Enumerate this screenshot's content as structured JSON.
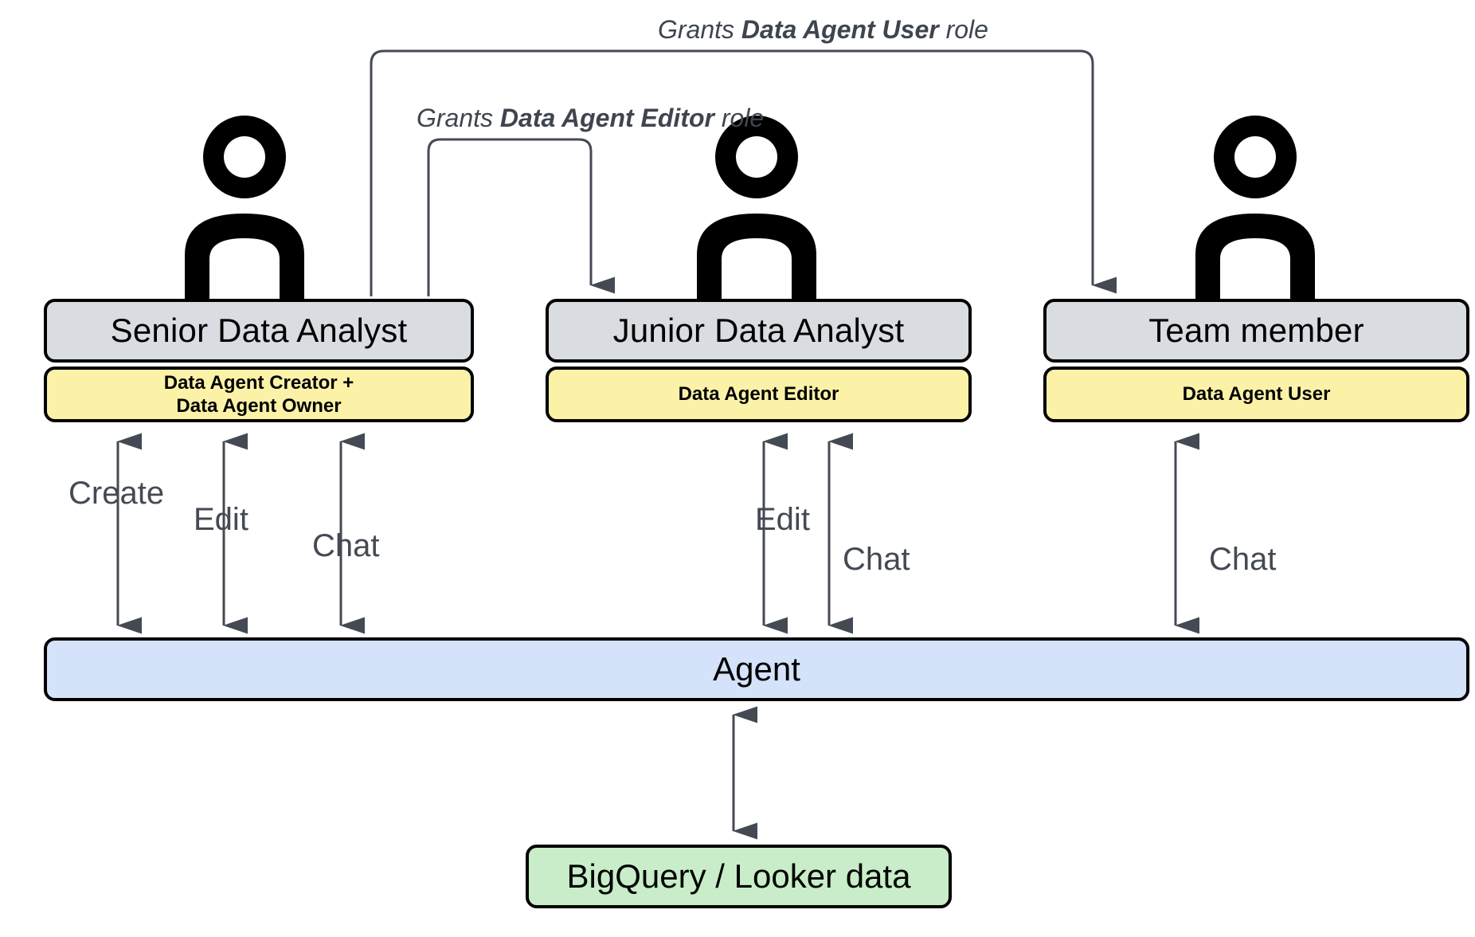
{
  "diagram": {
    "title": "Data Agent roles and permissions diagram",
    "colors": {
      "role_header_fill": "#d9dce1",
      "permission_fill": "#fbf2a8",
      "agent_fill": "#d4e2fa",
      "data_fill": "#c8edc8",
      "box_border": "#000000",
      "connector": "#444a53",
      "background": "#ffffff"
    },
    "personas": [
      {
        "icon": "person-icon",
        "role": "Senior Data Analyst",
        "permission": "Data Agent Creator +\nData Agent Owner",
        "permission_line1": "Data Agent Creator +",
        "permission_line2": "Data Agent Owner",
        "actions": [
          "Create",
          "Edit",
          "Chat"
        ]
      },
      {
        "icon": "person-icon",
        "role": "Junior Data Analyst",
        "permission": "Data Agent Editor",
        "permission_line1": "Data Agent Editor",
        "permission_line2": "",
        "actions": [
          "Edit",
          "Chat"
        ]
      },
      {
        "icon": "person-icon",
        "role": "Team member",
        "permission": "Data Agent User",
        "permission_line1": "Data Agent User",
        "permission_line2": "",
        "actions": [
          "Chat"
        ]
      }
    ],
    "grants": [
      {
        "prefix": "Grants ",
        "role": "Data Agent User",
        "suffix": " role",
        "from": "Senior Data Analyst",
        "to": "Team member"
      },
      {
        "prefix": "Grants ",
        "role": "Data Agent Editor",
        "suffix": " role",
        "from": "Senior Data Analyst",
        "to": "Junior Data Analyst"
      }
    ],
    "agent": {
      "label": "Agent"
    },
    "datasource": {
      "label": "BigQuery / Looker data"
    },
    "action_labels": {
      "create": "Create",
      "edit": "Edit",
      "chat": "Chat"
    }
  }
}
